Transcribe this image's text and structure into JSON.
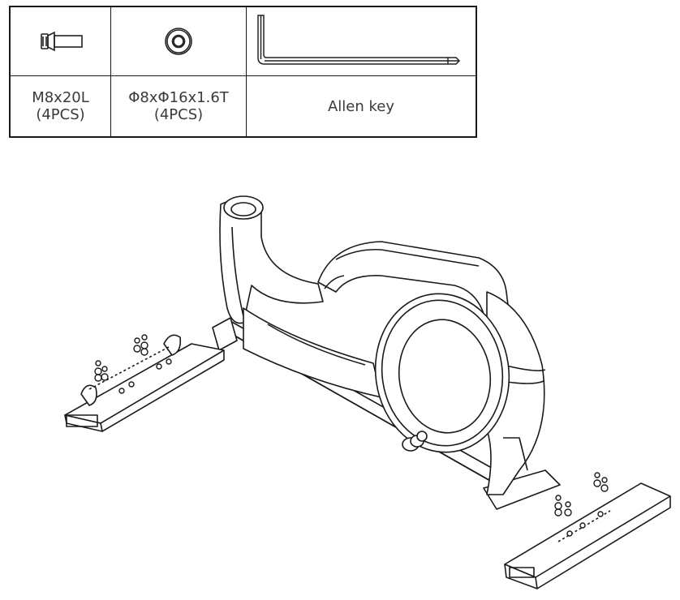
{
  "parts": [
    {
      "icon": "bolt-icon",
      "line1": "M8x20L",
      "line2": "(4PCS)"
    },
    {
      "icon": "washer-icon",
      "line1": "Φ8xΦ16x1.6T",
      "line2": "(4PCS)"
    },
    {
      "icon": "allen-key-icon",
      "line1": "Allen key",
      "line2": ""
    }
  ]
}
